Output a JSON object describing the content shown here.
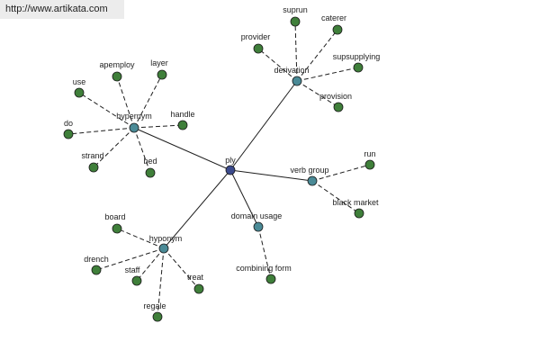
{
  "banner": {
    "url_text": "http://www.artikata.com"
  },
  "colors": {
    "root": "#3b4a8c",
    "relation": "#4a8a96",
    "leaf": "#3f7f3a",
    "node_stroke": "#1a1a1a",
    "edge": "#1e1e1e"
  },
  "graph": {
    "root": {
      "label": "ply"
    },
    "relations": [
      {
        "id": "hypernym",
        "label": "hypernym",
        "leaves": [
          "apemploy",
          "layer",
          "use",
          "handle",
          "do",
          "strand",
          "bed"
        ]
      },
      {
        "id": "derivation",
        "label": "derivation",
        "leaves": [
          "suprun",
          "caterer",
          "provider",
          "supsupplying",
          "provision"
        ]
      },
      {
        "id": "verb-group",
        "label": "verb group",
        "leaves": [
          "run",
          "black market"
        ]
      },
      {
        "id": "domain-usage",
        "label": "domain usage",
        "leaves": [
          "combining form"
        ]
      },
      {
        "id": "hyponym",
        "label": "hyponym",
        "leaves": [
          "board",
          "drench",
          "staff",
          "treat",
          "regale"
        ]
      }
    ]
  }
}
